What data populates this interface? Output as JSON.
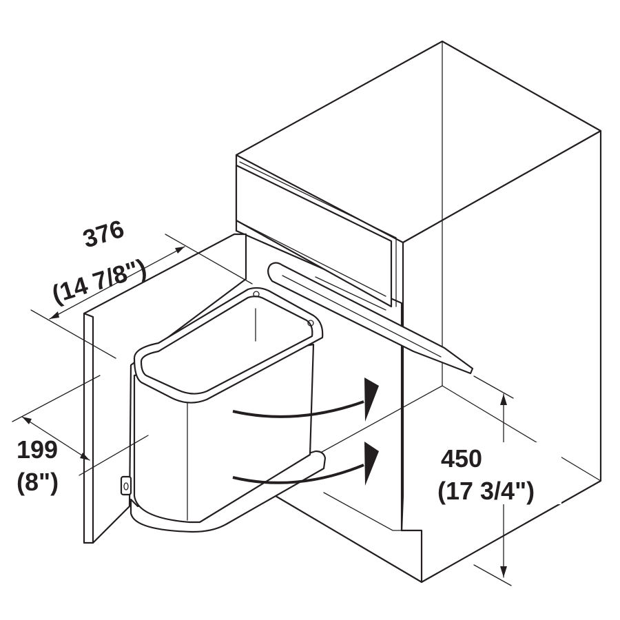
{
  "dimensions": {
    "width": {
      "value": "376",
      "imperial": "(14 7/8\")"
    },
    "height": {
      "value": "450",
      "imperial": "(17 3/4\")"
    },
    "offset": {
      "value": "199",
      "imperial": "(8\")"
    }
  }
}
